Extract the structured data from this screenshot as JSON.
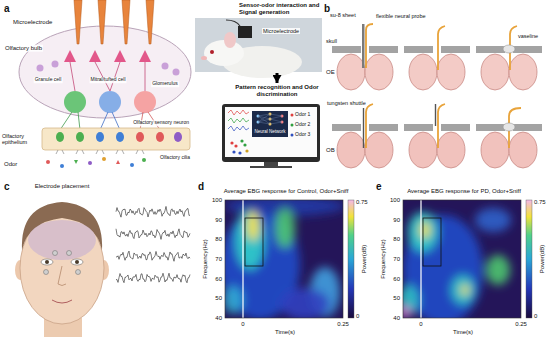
{
  "diagram": {
    "nodes": [
      {
        "text": [
          "Sensor-odor interaction and Signal generation"
        ]
      },
      {
        "text": [
          "Pattern recognition and Odor discrimination"
        ]
      }
    ],
    "edges": [
      {
        "from": 0,
        "to": 1,
        "arrow": "to"
      }
    ],
    "labels": [
      "a",
      "Microelectrode",
      "Olfactory bulb",
      "Granule cell",
      "Mitral/tufted cell",
      "Glomerulus",
      "Olfactory sensory neuron",
      "Olfactory epithelium",
      "Olfactory cilia",
      "Odor",
      "Microelectrode",
      "Neural Network",
      "Odor 1",
      "Odor 2",
      "Odor 3",
      "b",
      "su-8 sheet",
      "flexible neural probe",
      "skull",
      "OE",
      "vaseline",
      "tungsten shuttle",
      "OB",
      "c",
      "Electrode placement",
      "d",
      "Average EBG response for Control, Odor+Sniff",
      "Frequency(Hz)",
      "100",
      "90",
      "80",
      "70",
      "60",
      "50",
      "40",
      "0",
      "0.25",
      "Time(s)",
      "0.75",
      "0",
      "Power(dB)",
      "e",
      "Average EBG response for PD, Odor+Sniff",
      "Frequency(Hz)",
      "100",
      "90",
      "80",
      "70",
      "60",
      "50",
      "40",
      "0",
      "0.25",
      "Time(s)",
      "0.75",
      "0",
      "Power(dB)"
    ]
  }
}
